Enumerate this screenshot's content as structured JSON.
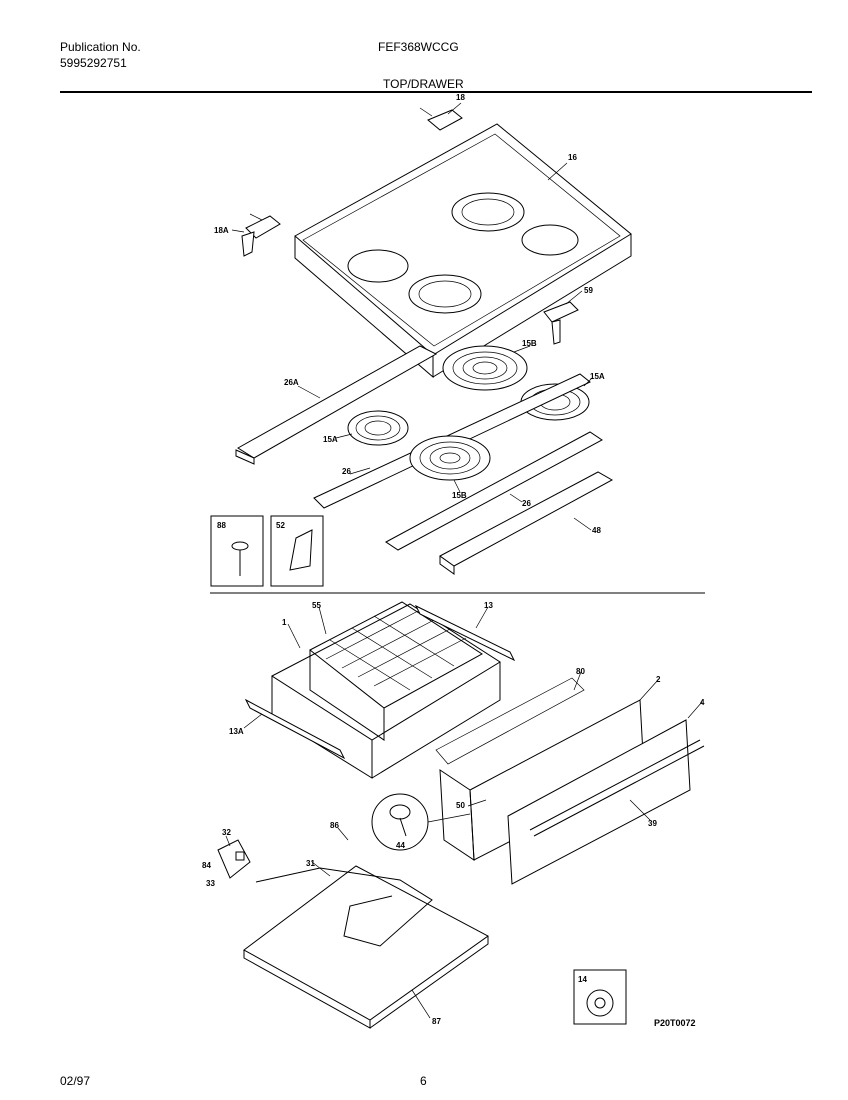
{
  "header": {
    "publication_label": "Publication No.",
    "publication_number": "5995292751",
    "model": "FEF368WCCG",
    "section_title": "TOP/DRAWER"
  },
  "footer": {
    "date": "02/97",
    "page": "6"
  },
  "diagram_code": "P20T0072",
  "callouts": {
    "c18": "18",
    "c16": "16",
    "c18a": "18A",
    "c59": "59",
    "c15b_top": "15B",
    "c15a_right": "15A",
    "c26a": "26A",
    "c15a_left": "15A",
    "c26_left": "26",
    "c15b_bottom": "15B",
    "c26_right": "26",
    "c48": "48",
    "c88": "88",
    "c52": "52",
    "c55": "55",
    "c13": "13",
    "c1": "1",
    "c13a": "13A",
    "c80": "80",
    "c2": "2",
    "c4": "4",
    "c50": "50",
    "c39": "39",
    "c86": "86",
    "c44": "44",
    "c32": "32",
    "c84": "84",
    "c33": "33",
    "c31": "31",
    "c87": "87",
    "c14": "14"
  }
}
